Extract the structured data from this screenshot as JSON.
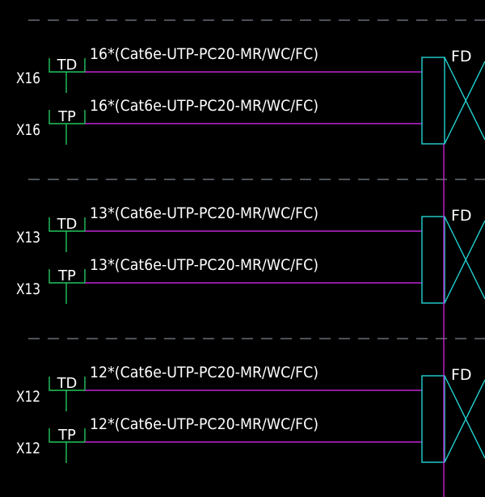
{
  "panel_label": "FD",
  "colors": {
    "background": "#000000",
    "text": "#ffffff",
    "socket": "#22c55e",
    "cable": "#c026d3",
    "panel": "#22d3d3",
    "divider": "#9ca3af"
  },
  "floors": [
    {
      "outlets": [
        {
          "floor_code": "X16",
          "socket_type": "TD",
          "cable_spec": "16*(Cat6e-UTP-PC20-MR/WC/FC)"
        },
        {
          "floor_code": "X16",
          "socket_type": "TP",
          "cable_spec": "16*(Cat6e-UTP-PC20-MR/WC/FC)"
        }
      ]
    },
    {
      "outlets": [
        {
          "floor_code": "X13",
          "socket_type": "TD",
          "cable_spec": "13*(Cat6e-UTP-PC20-MR/WC/FC)"
        },
        {
          "floor_code": "X13",
          "socket_type": "TP",
          "cable_spec": "13*(Cat6e-UTP-PC20-MR/WC/FC)"
        }
      ]
    },
    {
      "outlets": [
        {
          "floor_code": "X12",
          "socket_type": "TD",
          "cable_spec": "12*(Cat6e-UTP-PC20-MR/WC/FC)"
        },
        {
          "floor_code": "X12",
          "socket_type": "TP",
          "cable_spec": "12*(Cat6e-UTP-PC20-MR/WC/FC)"
        }
      ]
    }
  ]
}
